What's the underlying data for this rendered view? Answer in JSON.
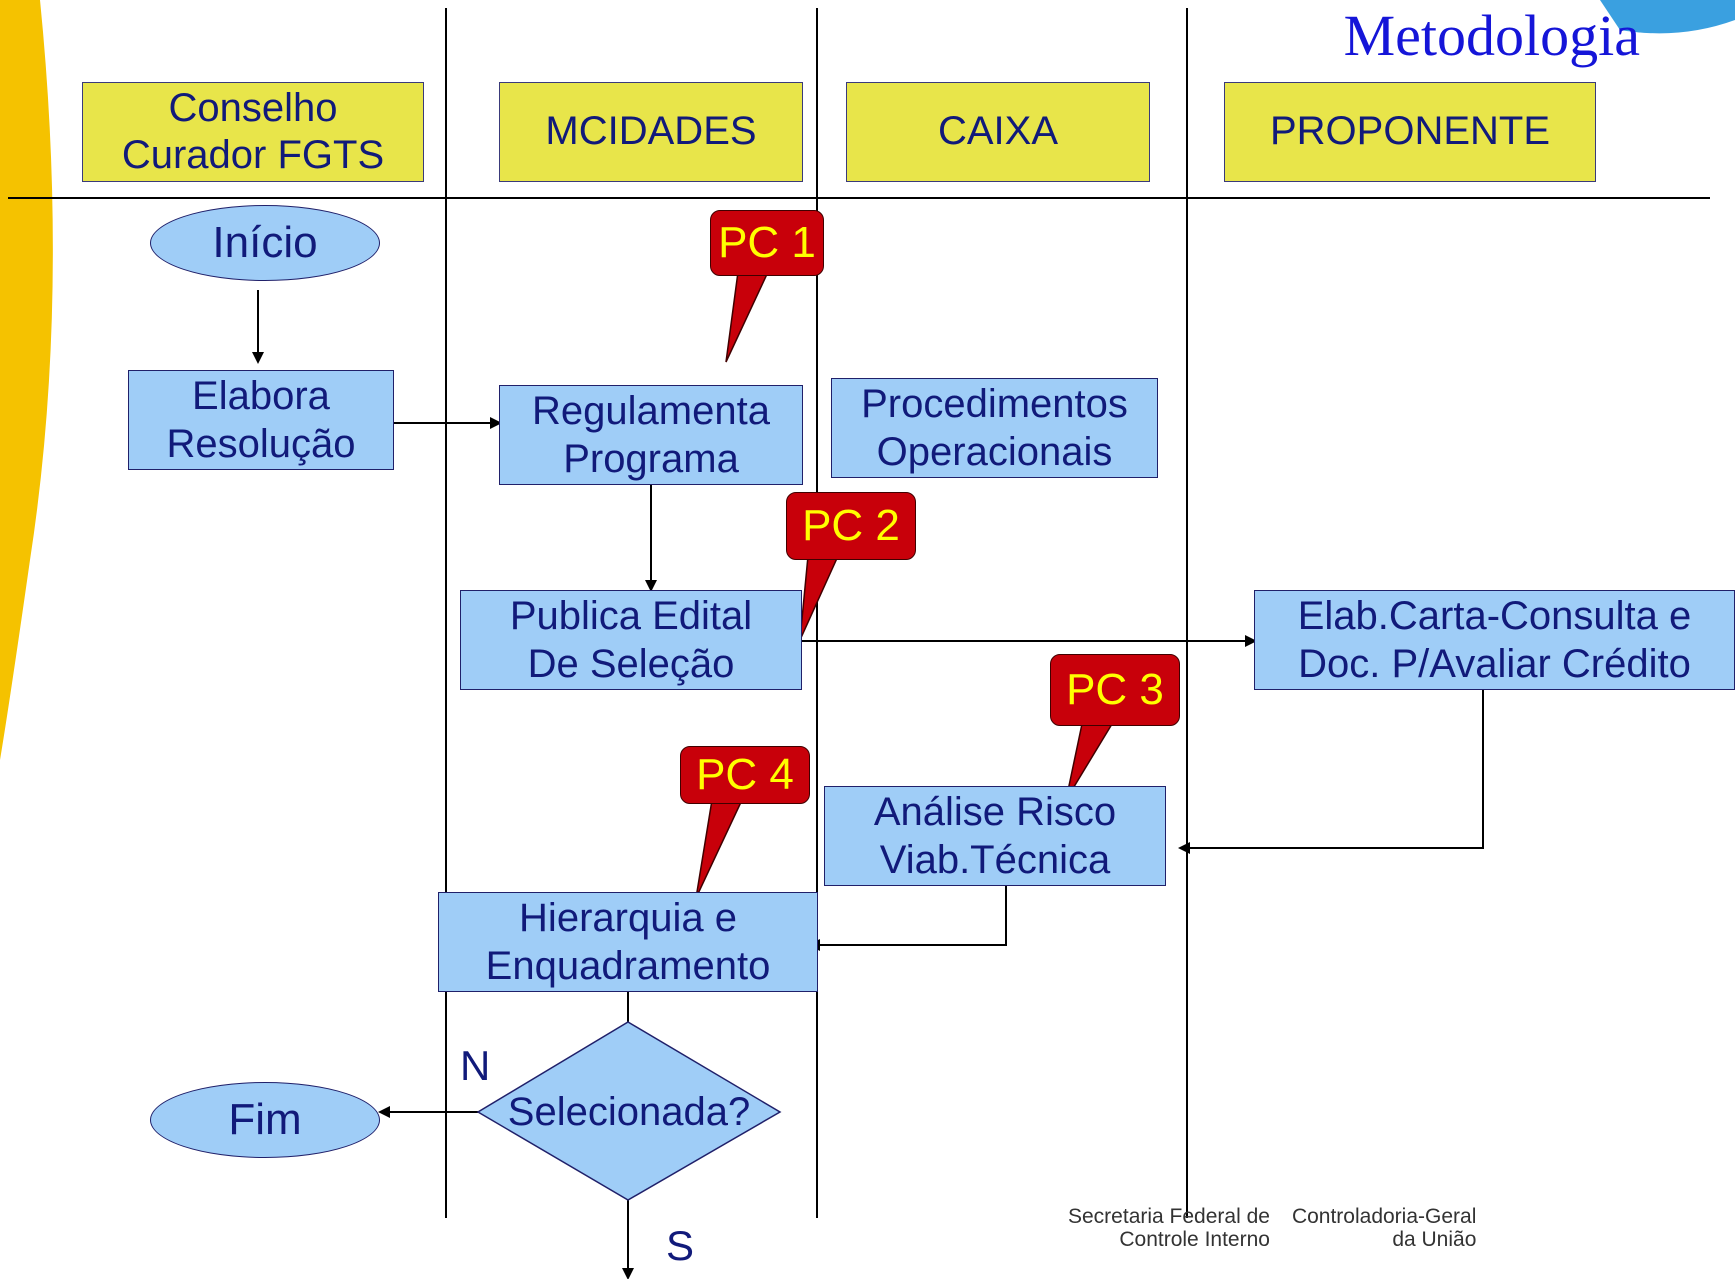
{
  "title": "Metodologia",
  "lanes": [
    {
      "id": "conselho",
      "label": "Conselho\nCurador FGTS"
    },
    {
      "id": "mcidades",
      "label": "MCIDADES"
    },
    {
      "id": "caixa",
      "label": "CAIXA"
    },
    {
      "id": "proponente",
      "label": "PROPONENTE"
    }
  ],
  "nodes": {
    "inicio": "Início",
    "elabora_resolucao": "Elabora\nResolução",
    "regulamenta_programa": "Regulamenta\nPrograma",
    "procedimentos_operacionais": "Procedimentos\nOperacionais",
    "publica_edital": "Publica  Edital\nDe Seleção",
    "elab_carta_consulta": "Elab.Carta-Consulta  e\nDoc. P/Avaliar Crédito",
    "analise_risco": "Análise  Risco\nViab.Técnica",
    "hierarquia": "Hierarquia  e\nEnquadramento",
    "decision": "Selecionada?",
    "fim": "Fim"
  },
  "callouts": [
    "PC 1",
    "PC 2",
    "PC 3",
    "PC 4"
  ],
  "branch_labels": {
    "no": "N",
    "yes": "S"
  },
  "footer": {
    "org1_line1": "Secretaria Federal de",
    "org1_line2": "Controle Interno",
    "org2_line1": "Controladoria-Geral",
    "org2_line2": "da União"
  },
  "colors": {
    "lane_header": "#e8e54a",
    "process_fill": "#9fcdf7",
    "callout_fill": "#c8000a",
    "callout_text": "#ffff00",
    "text": "#111a7a",
    "title": "#1515d8",
    "left_accent": "#f5c200"
  }
}
